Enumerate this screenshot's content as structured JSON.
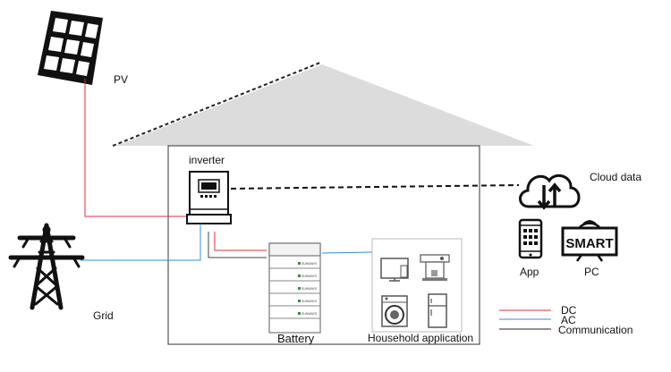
{
  "labels": {
    "pv": "PV",
    "inverter": "inverter",
    "cloud": "Cloud data",
    "grid": "Grid",
    "battery": "Battery",
    "household": "Household application",
    "app": "App",
    "pc": "PC",
    "smart": "SMART",
    "battery_brand": "SUNWAYS"
  },
  "legend": [
    {
      "label": "DC",
      "color": "#e0323c"
    },
    {
      "label": "AC",
      "color": "#2f8de0"
    },
    {
      "label": "Communication",
      "color": "#222222"
    }
  ],
  "colors": {
    "roof": "#dcdcdc",
    "dc": "#e0323c",
    "ac": "#2f8de0",
    "comm": "#222222"
  },
  "icons": [
    "solar-panel-icon",
    "inverter-icon",
    "cloud-sync-icon",
    "smartphone-icon",
    "smart-tv-icon",
    "transmission-tower-icon",
    "battery-stack-icon",
    "tv-icon",
    "coffee-machine-icon",
    "washing-machine-icon",
    "fridge-icon"
  ]
}
